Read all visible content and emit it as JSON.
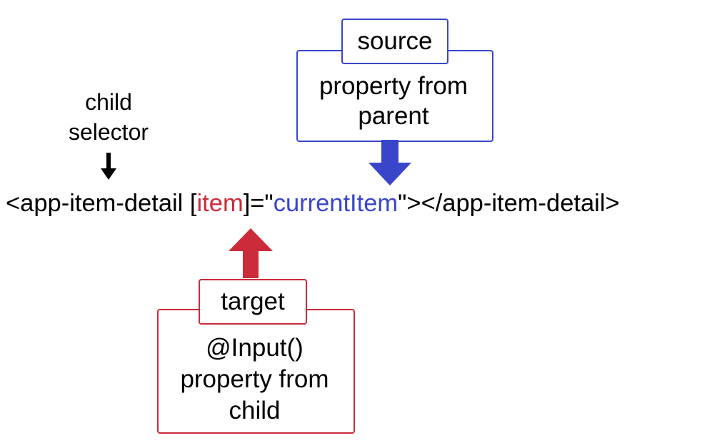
{
  "child_selector": {
    "line1": "child",
    "line2": "selector"
  },
  "code": {
    "before": "<app-item-detail [",
    "target_prop": "item",
    "middle": "]=\"",
    "source_prop": "currentItem",
    "after": "\"></app-item-detail>"
  },
  "source": {
    "title": "source",
    "line1": "property from",
    "line2": "parent"
  },
  "target": {
    "title": "target",
    "line1": "@Input()",
    "line2": "property from",
    "line3": "child"
  },
  "colors": {
    "source": "#3946c9",
    "target": "#cc2b3a",
    "text": "#000000"
  }
}
